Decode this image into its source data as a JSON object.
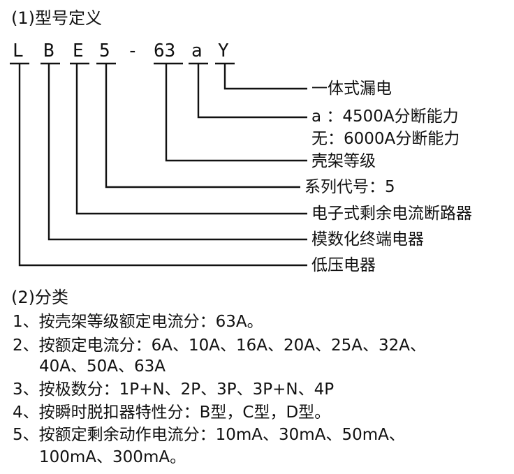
{
  "heading_definition": "(1)型号定义",
  "model_code": [
    {
      "char": "L"
    },
    {
      "char": "B"
    },
    {
      "char": "E"
    },
    {
      "char": "5"
    },
    {
      "char": "-"
    },
    {
      "char": "63"
    },
    {
      "char": "a"
    },
    {
      "char": "Y"
    }
  ],
  "labels": [
    "一体式漏电",
    "a  ：4500A分断能力",
    "无：6000A分断能力",
    "壳架等级",
    "系列代号：5",
    "电子式剩余电流断路器",
    "模数化终端电器",
    "低压电器"
  ],
  "heading_classification": "(2)分类",
  "classification": [
    "1、按壳架等级额定电流分：63A。",
    "2、按额定电流分：6A、10A、16A、20A、25A、32A、",
    "40A、50A、63A",
    "3、按极数分：1P+N、2P、3P、3P+N、4P",
    "4、按瞬时脱扣器特性分：B型，C型，D型。",
    "5、按额定剩余动作电流分：10mA、30mA、50mA、",
    "100mA、300mA。"
  ]
}
